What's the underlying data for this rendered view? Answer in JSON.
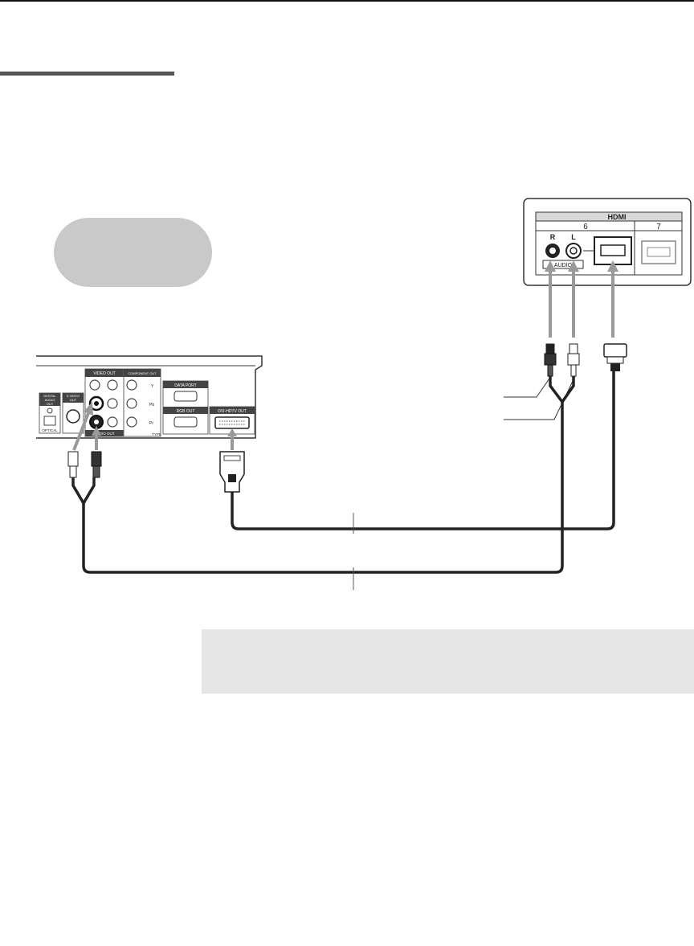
{
  "panel_labels": {
    "digital_audio_out": [
      "DIGITAL",
      "AUDIO",
      "OUT"
    ],
    "optical": "OPTICAL",
    "s_video_out": [
      "S VIDEO",
      "OUT"
    ],
    "video_out": "VIDEO OUT",
    "component_out": "COMPONENT OUT",
    "audio_out": "AUDIO OUT",
    "data_port": "DATA PORT",
    "rgb_out": "RGB OUT",
    "dvi_hdtv_out": "DVI-HDTV OUT",
    "type": "TYPE",
    "pb": "Pb",
    "pr": "Pr",
    "y": "Y"
  },
  "tv_panel": {
    "brand": "HDMI",
    "port_6": "6",
    "port_7": "7",
    "audio_r": "R",
    "audio_l": "L",
    "audio_caption": "AUDIO"
  },
  "colors": {
    "cable": "#222222",
    "arrow": "#9a9a9a",
    "pill": "#c9c9c9",
    "note_box": "#e6e6e6"
  }
}
